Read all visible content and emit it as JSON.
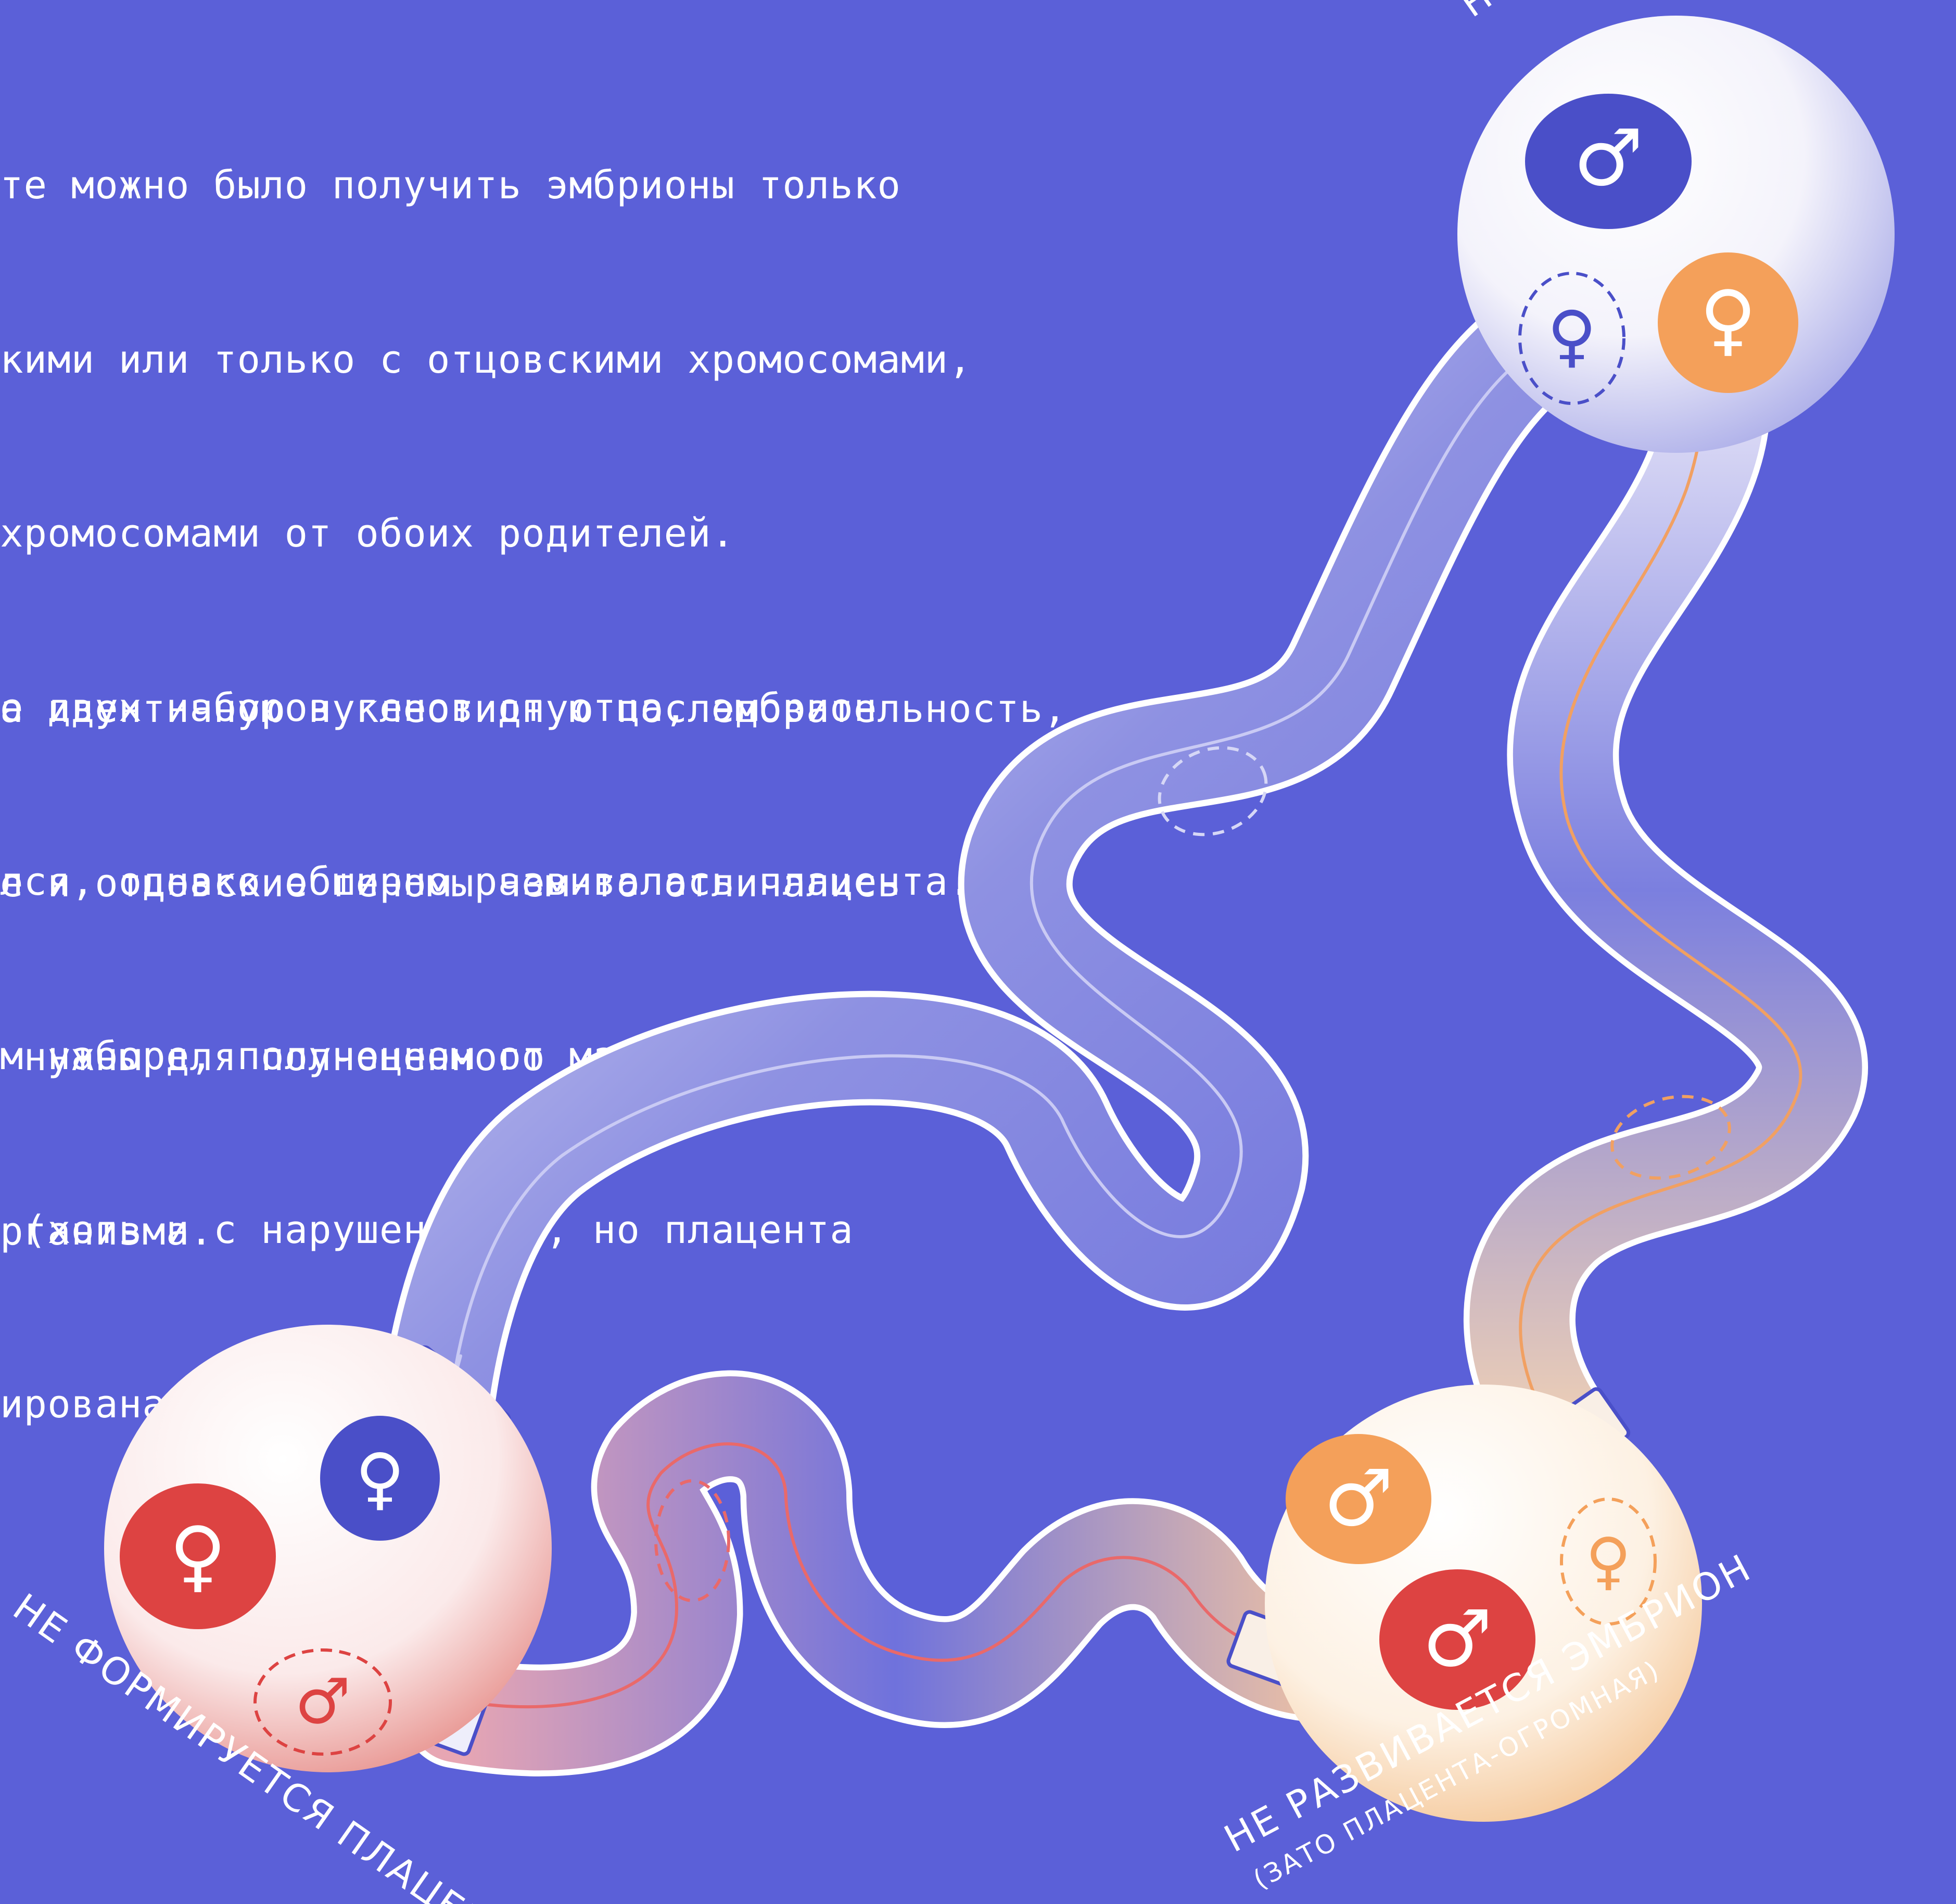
{
  "text_block_1": {
    "lines": [
      "те можно было получить эмбрионы только",
      "кими или только с отцовскими хромосомами,",
      "хромосомами от обоих родителей.",
      "е двух наборов генов от отца, эмбрион",
      "лся, однако обширно развивалась плацента.",
      "м наборе, полученном от матери эмбрион",
      " (хоть и с нарушениями), но плацента",
      "ирована."
    ]
  },
  "text_block_2": {
    "lines": [
      "а идентичную нуклеотидную последовательность,",
      "е и отцовские геномы чем-то отличались",
      " нужны для полноценного",
      "рганизма."
    ]
  },
  "diagram": {
    "label_normal": "Нормальный эмбрион",
    "label_no_placenta": "Не формируется плацента",
    "label_no_embryo": "Не развивается эмбрион",
    "label_no_embryo_note": "(зато плацента-огромная)",
    "symbols": {
      "male": "♂",
      "female": "♀"
    },
    "colors": {
      "background": "#5b60d8",
      "blue_nucleus": "#4a4fc8",
      "orange_nucleus": "#f4a05a",
      "red_nucleus": "#dd4342",
      "tube_outline": "#ffffff"
    }
  }
}
